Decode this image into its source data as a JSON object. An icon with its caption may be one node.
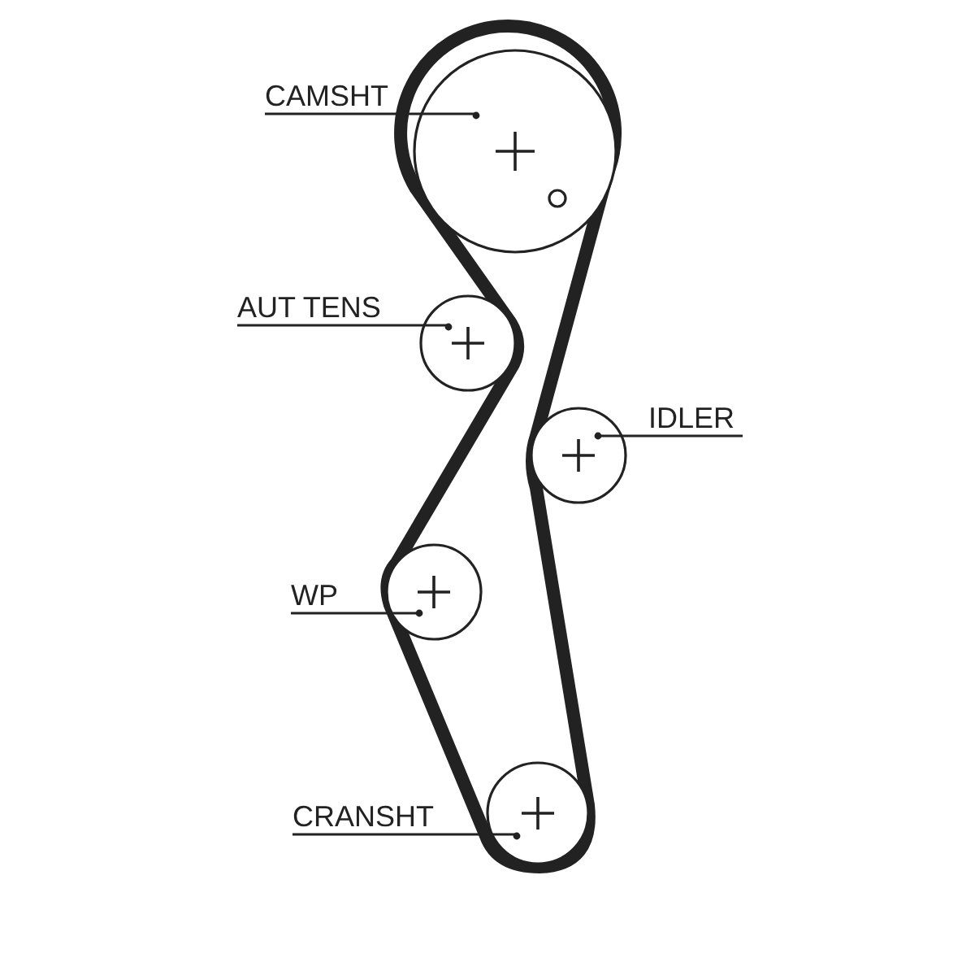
{
  "diagram": {
    "nodes": [
      {
        "text": [
          "CAMSHT"
        ]
      },
      {
        "text": [],
        "shape": "circle"
      },
      {
        "text": [
          "AUT TENS"
        ]
      },
      {
        "text": [],
        "shape": "circle"
      },
      {
        "text": [
          "IDLER"
        ]
      },
      {
        "text": [],
        "shape": "circle"
      },
      {
        "text": [
          "WP"
        ]
      },
      {
        "text": [],
        "shape": "circle"
      },
      {
        "text": [
          "CRANSHT"
        ]
      },
      {
        "text": [],
        "shape": "circle"
      }
    ],
    "edges": [
      {
        "from": 0,
        "to": 1,
        "arrow": "other"
      },
      {
        "from": 2,
        "to": 3,
        "arrow": "other"
      },
      {
        "from": 4,
        "to": 5,
        "arrow": "other"
      },
      {
        "from": 6,
        "to": 7,
        "arrow": "other"
      },
      {
        "from": 8,
        "to": 9,
        "arrow": "other"
      }
    ]
  }
}
